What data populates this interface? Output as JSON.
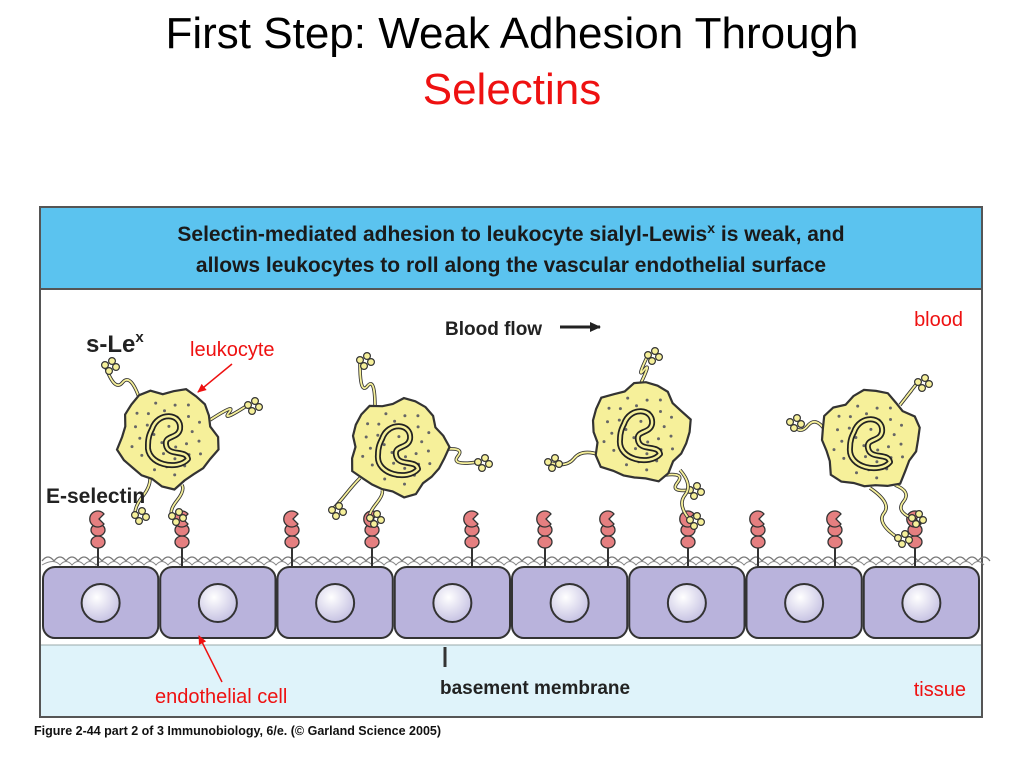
{
  "title": {
    "line1": "First Step: Weak Adhesion Through",
    "line2": "Selectins"
  },
  "figure": {
    "header_line1": "Selectin-mediated adhesion to leukocyte sialyl-Lewis",
    "header_line1_sup": "x",
    "header_line1_tail": " is weak, and",
    "header_line2": "allows leukocytes to roll along the vascular endothelial surface",
    "slex_label": "s-Le",
    "slex_sup": "x",
    "eselectin_label": "E-selectin",
    "blood_flow_label": "Blood flow",
    "basement_membrane_label": "basement membrane",
    "annotations": {
      "leukocyte": "leukocyte",
      "blood": "blood",
      "endothelial_cell": "endothelial cell",
      "tissue": "tissue"
    },
    "caption": "Figure 2-44 part 2 of 3  Immunobiology, 6/e. (© Garland Science 2005)",
    "endothelial_cell_count": 8,
    "leukocyte_count": 4,
    "colors": {
      "header_band": "#5bc3ef",
      "endothelium": "#b9b3dc",
      "tissue": "#dff3fa",
      "leukocyte": "#f6f09a",
      "selectin": "#e57f80",
      "annotation": "#ee1111",
      "title_accent": "#ee1111"
    }
  }
}
